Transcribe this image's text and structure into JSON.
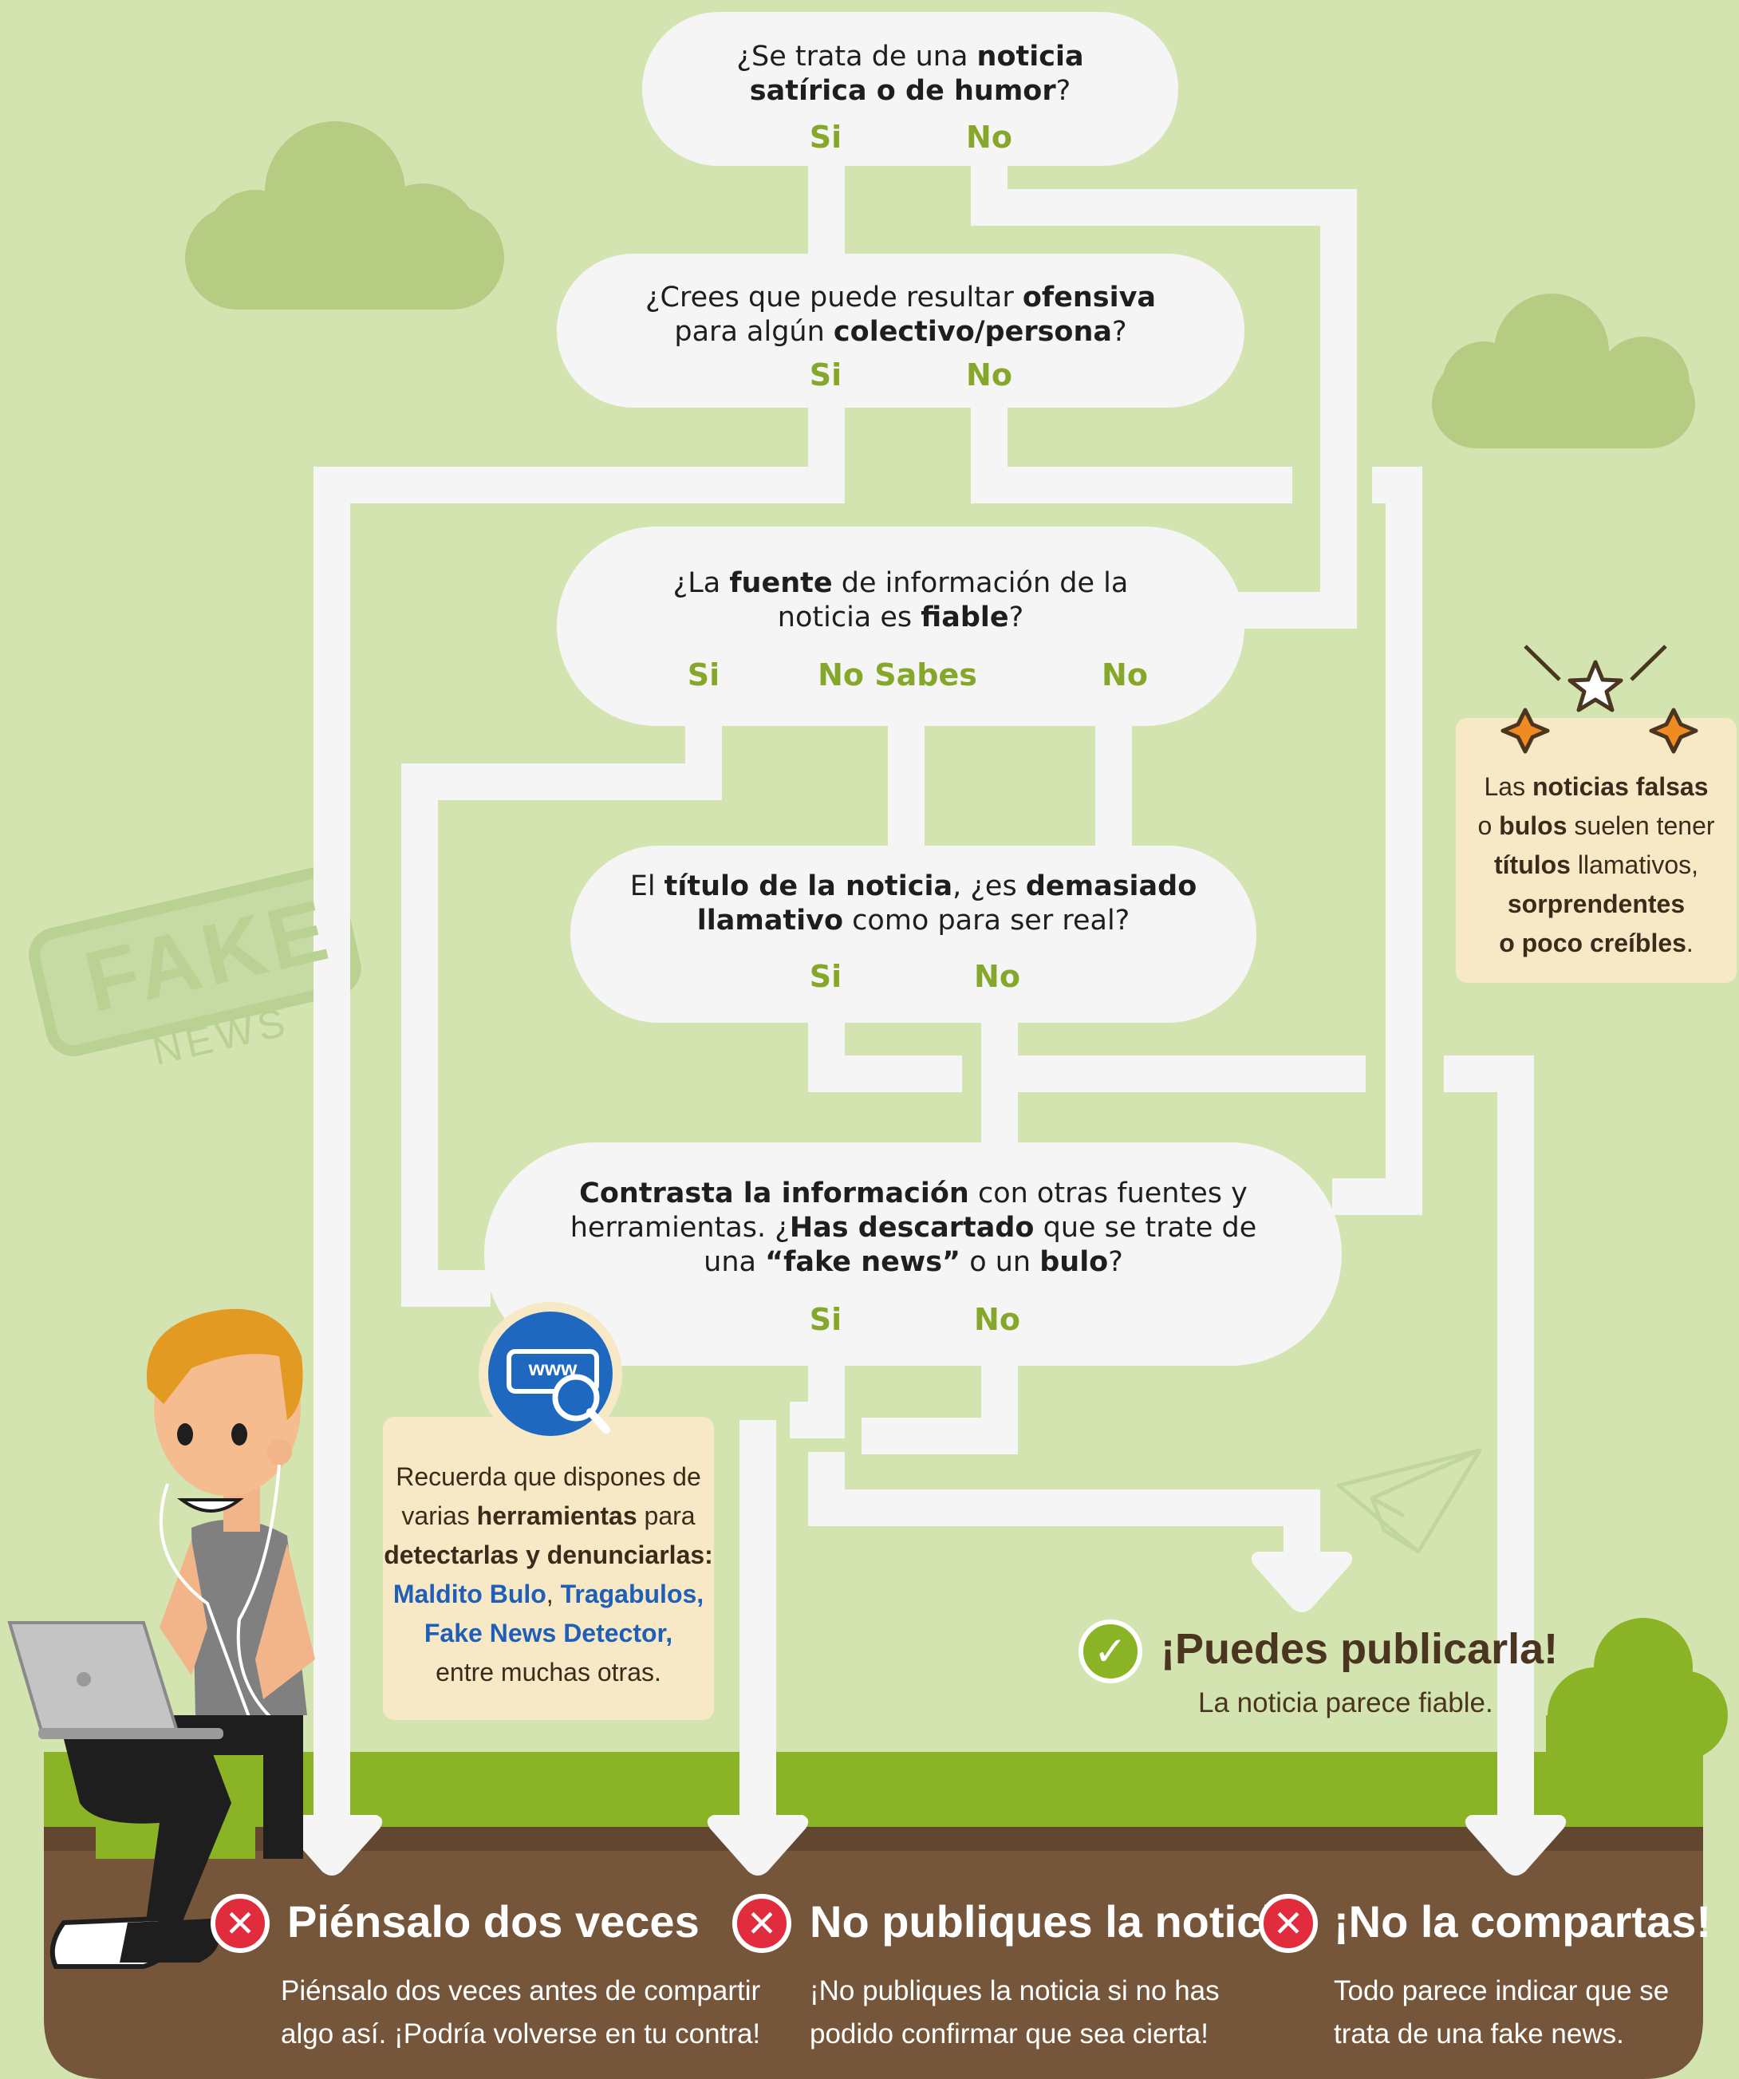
{
  "questions": {
    "q1": {
      "line1_a": "¿Se trata de una ",
      "line1_b": "noticia",
      "line2_b": "satírica o de humor",
      "line2_c": "?",
      "opt_yes": "Si",
      "opt_no": "No"
    },
    "q2": {
      "line1_a": "¿Crees que puede resultar ",
      "line1_b": "ofensiva",
      "line2_a": "para algún ",
      "line2_b": "colectivo/persona",
      "line2_c": "?",
      "opt_yes": "Si",
      "opt_no": "No"
    },
    "q3": {
      "line1_a": "¿La ",
      "line1_b": "fuente",
      "line1_c": " de información de la",
      "line2_a": "noticia es ",
      "line2_b": "fiable",
      "line2_c": "?",
      "opt_yes": "Si",
      "opt_unknown": "No Sabes",
      "opt_no": "No"
    },
    "q4": {
      "line1_a": "El ",
      "line1_b": "título de la noticia",
      "line1_c": ", ¿es ",
      "line1_d": "demasiado",
      "line2_b": "llamativo",
      "line2_c": " como para ser real?",
      "opt_yes": "Si",
      "opt_no": "No"
    },
    "q5": {
      "line1_b": "Contrasta la información",
      "line1_c": " con otras fuentes y",
      "line2_a": "herramientas. ¿",
      "line2_b": "Has descartado",
      "line2_c": " que se trate de",
      "line3_a": "una ",
      "line3_b": "“fake news”",
      "line3_c": " o un ",
      "line3_d": "bulo",
      "line3_e": "?",
      "opt_yes": "Si",
      "opt_no": "No"
    }
  },
  "stamp": {
    "main": "FAKE",
    "sub": "NEWS"
  },
  "side_note": {
    "l1_a": "Las ",
    "l1_b": "noticias falsas",
    "l2_a": "o ",
    "l2_b": "bulos",
    "l2_c": " suelen tener",
    "l3_b": "títulos",
    "l3_c": " llamativos,",
    "l4_b": "sorprendentes",
    "l5_b": "o poco creíbles",
    "l5_c": "."
  },
  "tools_note": {
    "icon_label": "www",
    "l1": "Recuerda que dispones de",
    "l2_a": "varias ",
    "l2_b": "herramientas",
    "l2_c": " para",
    "l3_b": "detectarlas y denunciarlas:",
    "l4_t1": "Maldito Bulo",
    "l4_sep": ", ",
    "l4_t2": "Tragabulos",
    "l4_end": ",",
    "l5_t3": "Fake News Detector",
    "l5_end": ",",
    "l6": "entre muchas otras."
  },
  "results": {
    "publish": {
      "title": "¡Puedes publicarla!",
      "desc": "La noticia parece fiable."
    },
    "think": {
      "title": "Piénsalo dos veces",
      "desc1": "Piénsalo dos veces antes de compartir",
      "desc2": "algo así. ¡Podría volverse en tu contra!"
    },
    "dont_publish": {
      "title": "No publiques la noticia",
      "desc1": "¡No publiques la noticia si no has",
      "desc2": "podido confirmar que sea cierta!"
    },
    "dont_share": {
      "title": "¡No la compartas!",
      "desc1": "Todo parece indicar que se",
      "desc2": "trata de una fake news."
    }
  },
  "colors": {
    "background": "#d4e4b0",
    "path": "#f5f5f5",
    "option_green": "#86a82a",
    "grass": "#8ab325",
    "soil": "#75563a",
    "error_red": "#e02c3c",
    "note_bg": "#f7e9c6",
    "tool_blue": "#1f5fb8"
  },
  "icons": {
    "x": "✕",
    "check": "✓"
  }
}
